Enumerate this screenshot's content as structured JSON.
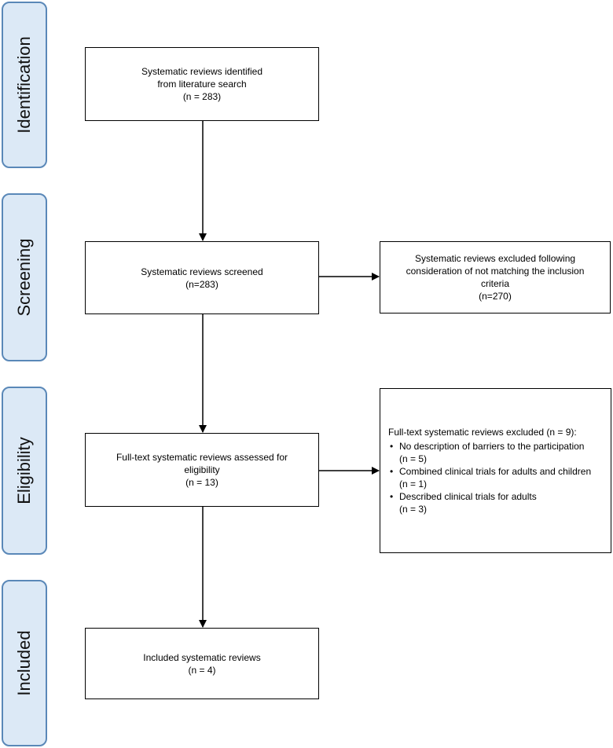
{
  "stages": {
    "identification": "Identification",
    "screening": "Screening",
    "eligibility": "Eligibility",
    "included": "Included"
  },
  "boxes": {
    "identified": {
      "lines": [
        "Systematic reviews identified",
        "from literature search",
        "(n = 283)"
      ]
    },
    "screened": {
      "lines": [
        "Systematic reviews screened",
        "(n=283)"
      ]
    },
    "excluded_screening": {
      "lines": [
        "Systematic reviews excluded following",
        "consideration of not matching the inclusion",
        "criteria",
        "(n=270)"
      ]
    },
    "assessed": {
      "lines": [
        "Full-text systematic reviews assessed for",
        "eligibility",
        "(n = 13)"
      ]
    },
    "excluded_fulltext": {
      "title": "Full-text systematic reviews excluded (n = 9):",
      "items": [
        {
          "text": "No description of barriers to the participation",
          "count": "(n = 5)"
        },
        {
          "text": "Combined clinical trials for adults and children",
          "count": "(n = 1)"
        },
        {
          "text": "Described clinical trials for adults",
          "count": "(n = 3)"
        }
      ]
    },
    "included": {
      "lines": [
        "Included systematic reviews",
        "(n = 4)"
      ]
    }
  }
}
